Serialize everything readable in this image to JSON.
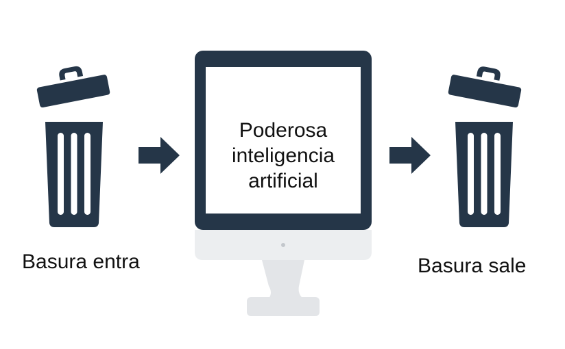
{
  "input_label": "Basura entra",
  "computer": {
    "lines": [
      "Poderosa",
      "inteligencia",
      "artificial"
    ]
  },
  "output_label": "Basura sale",
  "icons": {
    "left": "trash-can-icon",
    "middle_left": "arrow-right-icon",
    "center": "monitor-icon",
    "middle_right": "arrow-right-icon",
    "right": "trash-can-icon"
  },
  "colors": {
    "icon_dark": "#253648",
    "monitor_chin": "#eceef0",
    "monitor_stand": "#e3e5e8",
    "text": "#111111"
  }
}
